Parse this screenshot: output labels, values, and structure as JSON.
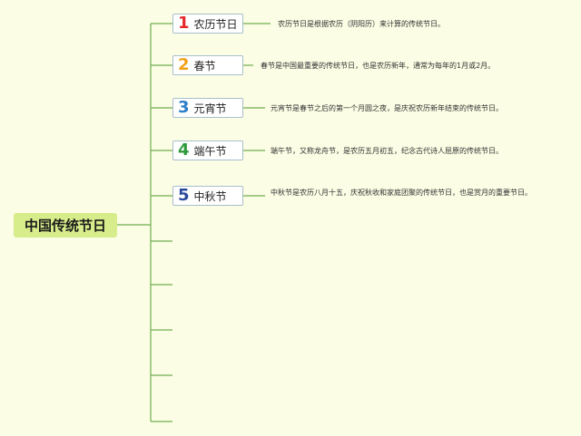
{
  "root": {
    "title": "中国传统节日"
  },
  "colors": {
    "line": "#6fae4f",
    "background": "#fbfde4",
    "root_fill": "#d7ec8a"
  },
  "nodes": [
    {
      "number": "1",
      "number_color": "#e5292a",
      "label": "农历节日",
      "description": "农历节日是根据农历（阴阳历）来计算的传统节日。"
    },
    {
      "number": "2",
      "number_color": "#f1a11a",
      "label": "春节",
      "description": "春节是中国最重要的传统节日，也是农历新年，通常为每年的1月或2月。"
    },
    {
      "number": "3",
      "number_color": "#2c7ec8",
      "label": "元宵节",
      "description": "元宵节是春节之后的第一个月圆之夜，是庆祝农历新年结束的传统节日。"
    },
    {
      "number": "4",
      "number_color": "#2f9a3a",
      "label": "端午节",
      "description": "端午节，又称龙舟节，是农历五月初五，纪念古代诗人屈原的传统节日。"
    },
    {
      "number": "5",
      "number_color": "#2a4a9c",
      "label": "中秋节",
      "description": "中秋节是农历八月十五，庆祝秋收和家庭团聚的传统节日，也是赏月的重要节日。"
    }
  ],
  "empty_branch_count": 5
}
